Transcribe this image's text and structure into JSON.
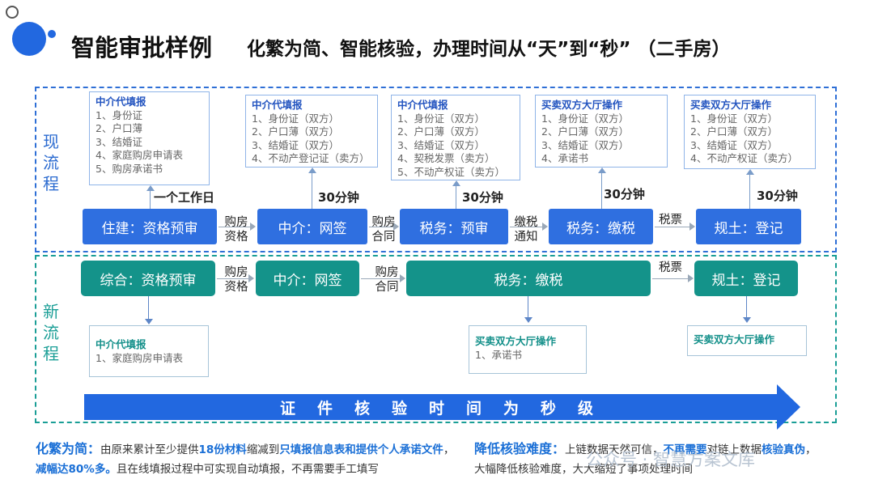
{
  "header": {
    "title": "智能审批样例",
    "subtitle": "化繁为简、智能核验，办理时间从“天”到“秒” （二手房）"
  },
  "current_flow": {
    "label": "现流程",
    "steps": [
      "住建：资格预审",
      "中介：网签",
      "税务：预审",
      "税务：缴税",
      "规土：登记"
    ],
    "connectors": [
      "购房资格",
      "购房合同",
      "缴税通知",
      "税票"
    ],
    "times": [
      "一个工作日",
      "30分钟",
      "30分钟",
      "30分钟",
      "30分钟"
    ],
    "doc_boxes": [
      {
        "heading": "中介代填报",
        "items": [
          "1、身份证",
          "2、户口薄",
          "3、结婚证",
          "4、家庭购房申请表",
          "5、购房承诺书"
        ]
      },
      {
        "heading": "中介代填报",
        "items": [
          "1、身份证（双方）",
          "2、户口薄（双方）",
          "3、结婚证（双方）",
          "4、不动产登记证（卖方）"
        ]
      },
      {
        "heading": "中介代填报",
        "items": [
          "1、身份证（双方）",
          "2、户口薄（双方）",
          "3、结婚证（双方）",
          "4、契税发票（卖方）",
          "5、不动产权证（卖方）"
        ]
      },
      {
        "heading": "买卖双方大厅操作",
        "items": [
          "1、身份证（双方）",
          "2、户口薄（双方）",
          "3、结婚证（双方）",
          "4、承诺书"
        ]
      },
      {
        "heading": "买卖双方大厅操作",
        "items": [
          "1、身份证（双方）",
          "2、户口薄（双方）",
          "3、结婚证（双方）",
          "4、不动产权证（卖方）"
        ]
      }
    ]
  },
  "new_flow": {
    "label": "新流程",
    "steps": [
      "综合：资格预审",
      "中介：网签",
      "税务：缴税",
      "规土：登记"
    ],
    "connectors": [
      "购房资格",
      "购房合同",
      "税票"
    ],
    "doc_boxes": [
      {
        "heading": "中介代填报",
        "items": [
          "1、家庭购房申请表"
        ]
      },
      {
        "heading": "买卖双方大厅操作",
        "items": [
          "1、承诺书"
        ]
      },
      {
        "heading": "买卖双方大厅操作",
        "items": []
      }
    ]
  },
  "bottom_bar": "证件核验时间为秒级",
  "footer": {
    "left_key": "化繁为简：",
    "left_line1_a": "由原来累计至少提供",
    "left_line1_b": "18份材料",
    "left_line1_c": "缩减到",
    "left_line1_d": "只填报信息表和提供个人承诺文件",
    "left_line1_e": "，",
    "left_line2_a": "减幅达80%多。",
    "left_line2_b": "且在线填报过程中可实现自动填报，不再需要手工填写",
    "right_key": "降低核验难度：",
    "right_line1_a": "上链数据天然可信，",
    "right_line1_b": "不再需要",
    "right_line1_c": "对链上数据",
    "right_line1_d": "核验真伪",
    "right_line1_e": "，",
    "right_line2": "大幅降低核验难度，大大缩短了事项处理时间"
  },
  "watermark": "公众号 · 智慧方案文库",
  "colors": {
    "blue": "#2f6fe0",
    "teal": "#14938a",
    "bar": "#2268e0"
  }
}
